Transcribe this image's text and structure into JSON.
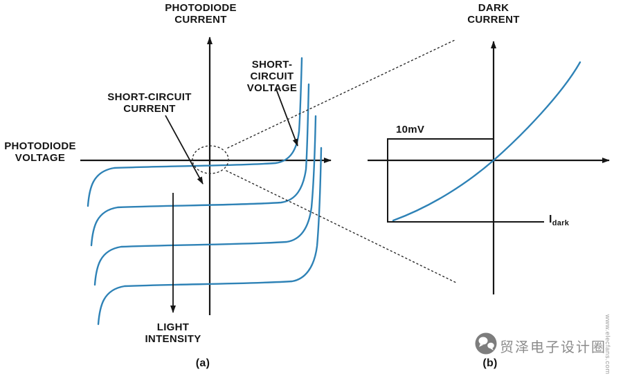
{
  "figure": {
    "panel_a": {
      "y_axis_title": [
        "PHOTODIODE",
        "CURRENT"
      ],
      "x_axis_title": [
        "PHOTODIODE",
        "VOLTAGE"
      ],
      "label_short_circuit_current": [
        "SHORT-CIRCUIT",
        "CURRENT"
      ],
      "label_short_circuit_voltage": [
        "SHORT-",
        "CIRCUIT",
        "VOLTAGE"
      ],
      "label_light_intensity": [
        "LIGHT",
        "INTENSITY"
      ],
      "caption": "(a)",
      "curve_family": "photodiode I-V curves for four increasing light intensities, shifted downward with increasing intensity"
    },
    "panel_b": {
      "y_axis_title": [
        "DARK",
        "CURRENT"
      ],
      "label_10mv": "10mV",
      "label_idark_base": "I",
      "label_idark_sub": "dark",
      "caption": "(b)",
      "curve_family": "magnified view near origin showing dark current at about 10mV reverse voltage"
    }
  },
  "watermark": {
    "brand_text": "贸泽电子设计圈",
    "site_text": "www.elecfans.com"
  },
  "colors": {
    "curve": "#2e82b6",
    "ink": "#151515",
    "watermark": "#8b8b8b",
    "background": "#ffffff"
  }
}
